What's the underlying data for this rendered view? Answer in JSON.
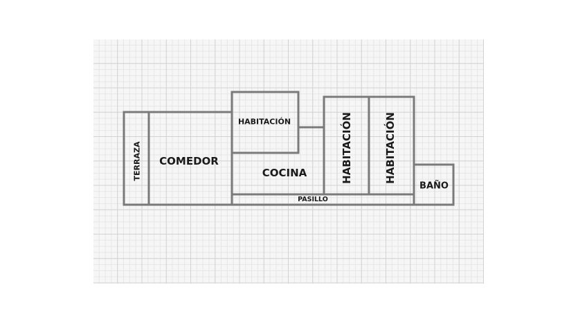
{
  "rooms": {
    "terraza": "TERRAZA",
    "comedor": "COMEDOR",
    "habitacion_1": "HABITACIÓN",
    "cocina": "COCINA",
    "habitacion_2": "HABITACIÓN",
    "habitacion_3": "HABITACIÓN",
    "bano": "BAÑO",
    "pasillo": "PASILLO"
  },
  "colors": {
    "walls": "#7a7a7a",
    "labels": "#1a1a1a",
    "grid_paper": "#f6f6f6"
  }
}
